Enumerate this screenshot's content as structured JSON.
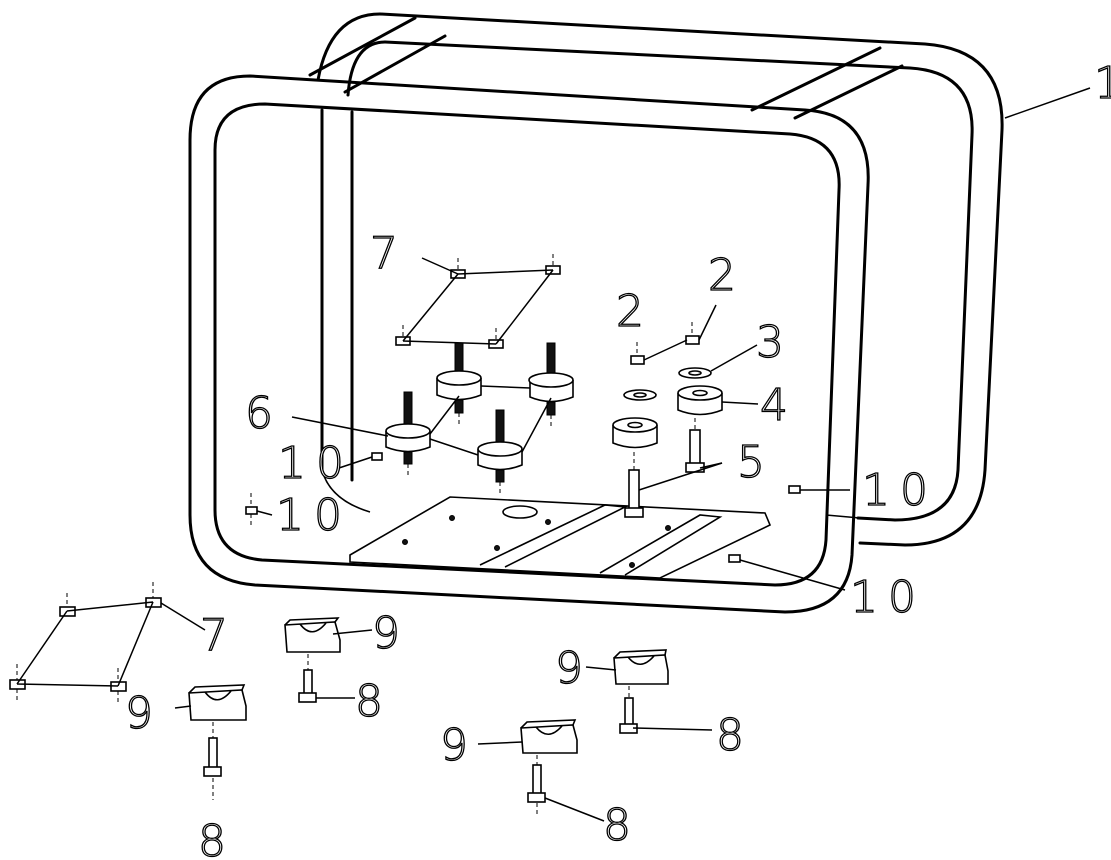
{
  "callouts": {
    "c1": "1",
    "c2a": "2",
    "c2b": "2",
    "c3": "3",
    "c4": "4",
    "c5": "5",
    "c6": "6",
    "c7a": "7",
    "c7b": "7",
    "c8a": "8",
    "c8b": "8",
    "c8c": "8",
    "c8d": "8",
    "c9a": "9",
    "c9b": "9",
    "c9c": "9",
    "c9d": "9",
    "c10a": "10",
    "c10b": "10",
    "c10c": "10",
    "c10d": "10"
  }
}
